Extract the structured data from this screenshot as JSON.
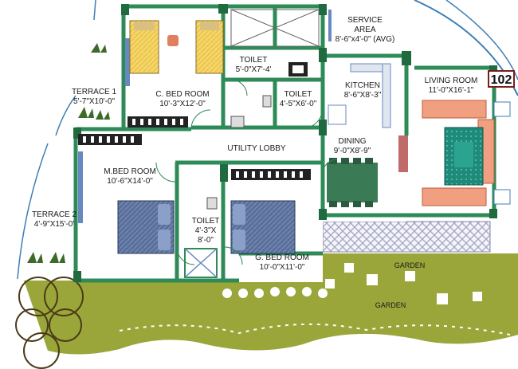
{
  "unit_number": "102",
  "rooms": {
    "service_area": {
      "name": [
        "SERVICE",
        "AREA"
      ],
      "size": "8'-6\"x4'-0\" (AVG)"
    },
    "toilet_1": {
      "name": "TOILET",
      "size": "5'-0\"X7'-4'"
    },
    "toilet_2": {
      "name": "TOILET",
      "size": "4'-5\"X6'-0\""
    },
    "toilet_3": {
      "name": "TOILET",
      "size": [
        "4'-3\"X",
        "8'-0\""
      ]
    },
    "kitchen": {
      "name": "KITCHEN",
      "size": "8'-6\"X8'-3\""
    },
    "living_room": {
      "name": "LIVING ROOM",
      "size": "11'-0\"X16'-1\""
    },
    "terrace_1": {
      "name": "TERRACE 1",
      "size": "5'-7\"X10'-0\""
    },
    "c_bed_room": {
      "name": "C. BED ROOM",
      "size": "10'-3\"X12'-0\""
    },
    "utility_lobby": {
      "name": "UTILITY LOBBY"
    },
    "dining": {
      "name": "DINING",
      "size": "9'-0\"X8'-9\""
    },
    "m_bed_room": {
      "name": "M.BED ROOM",
      "size": "10'-6\"X14'-0\""
    },
    "terrace_2": {
      "name": "TERRACE 2",
      "size": "4'-9\"X15'-0'"
    },
    "g_bed_room": {
      "name": "G. BED ROOM",
      "size": "10'-0\"X11'-0\""
    },
    "garden_upper": {
      "name": "GARDEN"
    },
    "garden_lower": {
      "name": "GARDEN"
    }
  },
  "colors": {
    "wall": "#2e8b57",
    "wall_dark": "#1f6b3f",
    "garden": "#9aa63a",
    "bed_yellow": "#f5d56a",
    "bed_blue": "#5a6f9a",
    "sofa_orange": "#f0a080",
    "rug_teal": "#1e8a7a",
    "dining_green": "#3a7a55",
    "lattice": "#c8c8d8"
  }
}
